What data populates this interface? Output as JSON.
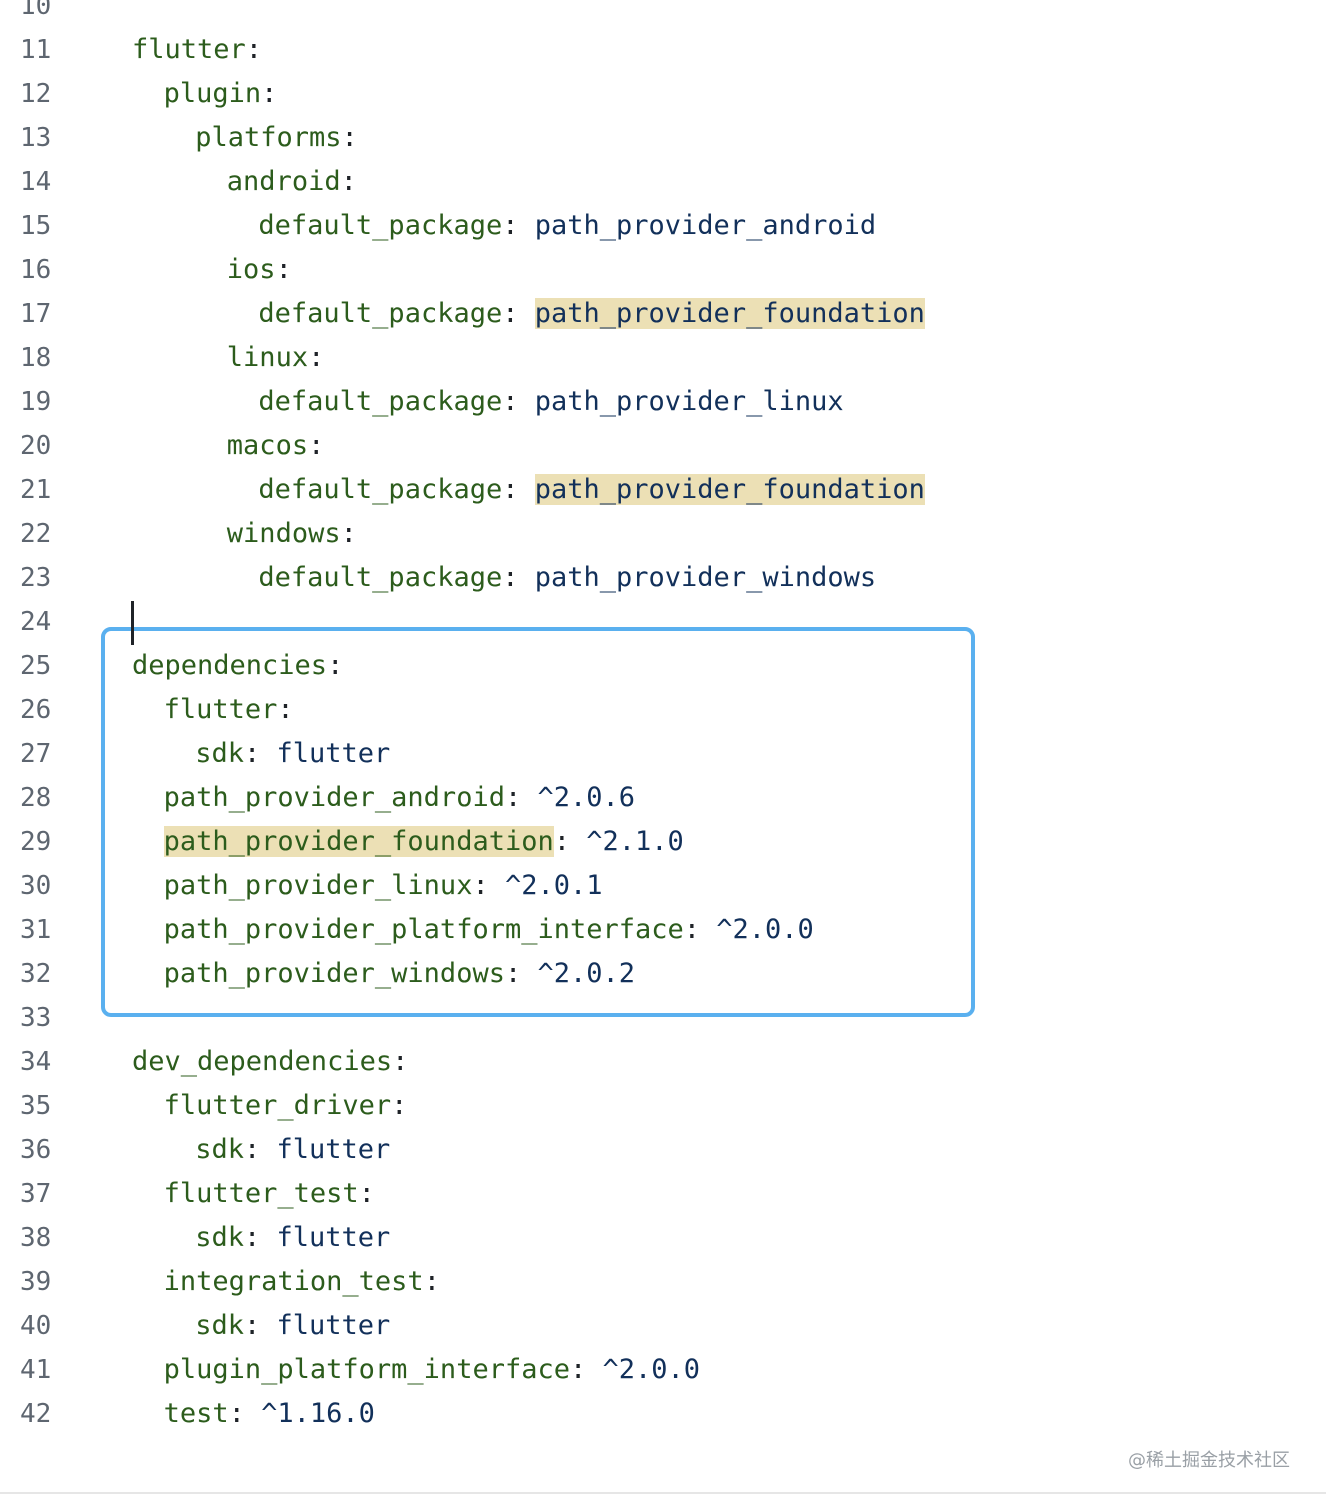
{
  "editor": {
    "lines": [
      {
        "num": "10",
        "indent": 0,
        "key": "",
        "sep": "",
        "val": "",
        "hl": "none"
      },
      {
        "num": "11",
        "indent": 0,
        "key": "flutter",
        "sep": ":",
        "val": "",
        "hl": "none"
      },
      {
        "num": "12",
        "indent": 1,
        "key": "plugin",
        "sep": ":",
        "val": "",
        "hl": "none"
      },
      {
        "num": "13",
        "indent": 2,
        "key": "platforms",
        "sep": ":",
        "val": "",
        "hl": "none"
      },
      {
        "num": "14",
        "indent": 3,
        "key": "android",
        "sep": ":",
        "val": "",
        "hl": "none"
      },
      {
        "num": "15",
        "indent": 4,
        "key": "default_package",
        "sep": ": ",
        "val": "path_provider_android",
        "hl": "none"
      },
      {
        "num": "16",
        "indent": 3,
        "key": "ios",
        "sep": ":",
        "val": "",
        "hl": "none"
      },
      {
        "num": "17",
        "indent": 4,
        "key": "default_package",
        "sep": ": ",
        "val": "path_provider_foundation",
        "hl": "val"
      },
      {
        "num": "18",
        "indent": 3,
        "key": "linux",
        "sep": ":",
        "val": "",
        "hl": "none"
      },
      {
        "num": "19",
        "indent": 4,
        "key": "default_package",
        "sep": ": ",
        "val": "path_provider_linux",
        "hl": "none"
      },
      {
        "num": "20",
        "indent": 3,
        "key": "macos",
        "sep": ":",
        "val": "",
        "hl": "none"
      },
      {
        "num": "21",
        "indent": 4,
        "key": "default_package",
        "sep": ": ",
        "val": "path_provider_foundation",
        "hl": "val"
      },
      {
        "num": "22",
        "indent": 3,
        "key": "windows",
        "sep": ":",
        "val": "",
        "hl": "none"
      },
      {
        "num": "23",
        "indent": 4,
        "key": "default_package",
        "sep": ": ",
        "val": "path_provider_windows",
        "hl": "none"
      },
      {
        "num": "24",
        "indent": 0,
        "key": "",
        "sep": "",
        "val": "",
        "hl": "none"
      },
      {
        "num": "25",
        "indent": 0,
        "key": "dependencies",
        "sep": ":",
        "val": "",
        "hl": "none"
      },
      {
        "num": "26",
        "indent": 1,
        "key": "flutter",
        "sep": ":",
        "val": "",
        "hl": "none"
      },
      {
        "num": "27",
        "indent": 2,
        "key": "sdk",
        "sep": ": ",
        "val": "flutter",
        "hl": "none"
      },
      {
        "num": "28",
        "indent": 1,
        "key": "path_provider_android",
        "sep": ": ",
        "val": "^2.0.6",
        "hl": "none"
      },
      {
        "num": "29",
        "indent": 1,
        "key": "path_provider_foundation",
        "sep": ": ",
        "val": "^2.1.0",
        "hl": "key"
      },
      {
        "num": "30",
        "indent": 1,
        "key": "path_provider_linux",
        "sep": ": ",
        "val": "^2.0.1",
        "hl": "none"
      },
      {
        "num": "31",
        "indent": 1,
        "key": "path_provider_platform_interface",
        "sep": ": ",
        "val": "^2.0.0",
        "hl": "none"
      },
      {
        "num": "32",
        "indent": 1,
        "key": "path_provider_windows",
        "sep": ": ",
        "val": "^2.0.2",
        "hl": "none"
      },
      {
        "num": "33",
        "indent": 0,
        "key": "",
        "sep": "",
        "val": "",
        "hl": "none"
      },
      {
        "num": "34",
        "indent": 0,
        "key": "dev_dependencies",
        "sep": ":",
        "val": "",
        "hl": "none"
      },
      {
        "num": "35",
        "indent": 1,
        "key": "flutter_driver",
        "sep": ":",
        "val": "",
        "hl": "none"
      },
      {
        "num": "36",
        "indent": 2,
        "key": "sdk",
        "sep": ": ",
        "val": "flutter",
        "hl": "none"
      },
      {
        "num": "37",
        "indent": 1,
        "key": "flutter_test",
        "sep": ":",
        "val": "",
        "hl": "none"
      },
      {
        "num": "38",
        "indent": 2,
        "key": "sdk",
        "sep": ": ",
        "val": "flutter",
        "hl": "none"
      },
      {
        "num": "39",
        "indent": 1,
        "key": "integration_test",
        "sep": ":",
        "val": "",
        "hl": "none"
      },
      {
        "num": "40",
        "indent": 2,
        "key": "sdk",
        "sep": ": ",
        "val": "flutter",
        "hl": "none"
      },
      {
        "num": "41",
        "indent": 1,
        "key": "plugin_platform_interface",
        "sep": ": ",
        "val": "^2.0.0",
        "hl": "none"
      },
      {
        "num": "42",
        "indent": 1,
        "key": "test",
        "sep": ": ",
        "val": "^1.16.0",
        "hl": "none"
      }
    ]
  },
  "colors": {
    "key": "#2c5c1c",
    "value": "#12305a",
    "highlight": "#ece0b5",
    "selection_border": "#5ab0ef"
  },
  "watermark": "@稀土掘金技术社区"
}
